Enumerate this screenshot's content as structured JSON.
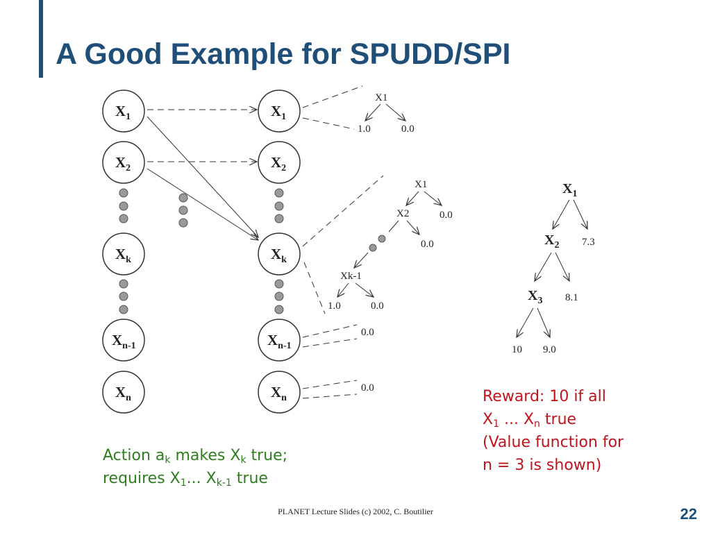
{
  "slide": {
    "title": "A Good Example for SPUDD/SPI",
    "footer": "PLANET Lecture Slides (c) 2002, C. Boutilier",
    "page_number": "22"
  },
  "diagram": {
    "left_nodes": [
      {
        "base": "X",
        "sub": "1"
      },
      {
        "base": "X",
        "sub": "2"
      },
      {
        "base": "X",
        "sub": "k"
      },
      {
        "base": "X",
        "sub": "n-1"
      },
      {
        "base": "X",
        "sub": "n"
      }
    ],
    "right_nodes": [
      {
        "base": "X",
        "sub": "1"
      },
      {
        "base": "X",
        "sub": "2"
      },
      {
        "base": "X",
        "sub": "k"
      },
      {
        "base": "X",
        "sub": "n-1"
      },
      {
        "base": "X",
        "sub": "n"
      }
    ],
    "tree_x1": {
      "root": "X1",
      "left_leaf": "1.0",
      "right_leaf": "0.0"
    },
    "tree_xk": {
      "root": "X1",
      "root_right_leaf": "0.0",
      "second": "X2",
      "second_right_leaf": "0.0",
      "last": "Xk-1",
      "last_left_leaf": "1.0",
      "last_right_leaf": "0.0"
    },
    "leaf_xn1": "0.0",
    "leaf_xn": "0.0",
    "value_tree": {
      "root": {
        "base": "X",
        "sub": "1"
      },
      "root_leaf": "7.3",
      "second": {
        "base": "X",
        "sub": "2"
      },
      "second_leaf": "8.1",
      "third": {
        "base": "X",
        "sub": "3"
      },
      "left_leaf": "10",
      "right_leaf": "9.0"
    }
  },
  "captions": {
    "action": {
      "a": "a",
      "a_sub": "k",
      "mid": " makes X",
      "mid_sub": "k",
      "end": " true;",
      "l2a": "requires X",
      "l2a_sub": "1",
      "l2b": "... X",
      "l2b_sub": "k-1",
      "l2c": " true"
    },
    "reward": {
      "line1": "Reward: 10 if all",
      "x1": "X",
      "x1_sub": "1",
      "mid": " ... X",
      "xn_sub": "n",
      "end": " true",
      "line3": "(Value function for",
      "line4": "n = 3 is shown)"
    }
  },
  "colors": {
    "title": "#1f4e79",
    "action_caption": "#2e7d1f",
    "reward_caption": "#c0141c"
  }
}
